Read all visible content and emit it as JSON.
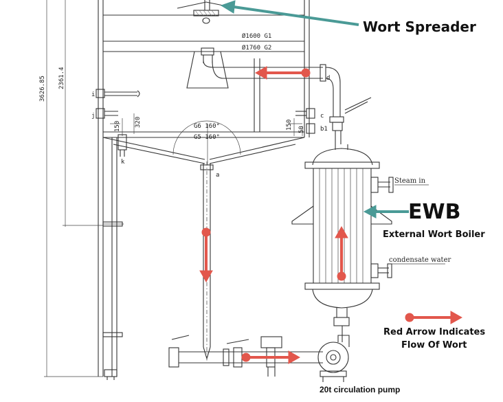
{
  "labels": {
    "wort_spreader": "Wort Spreader",
    "ewb": "EWB",
    "external_wort_boiler": "External Wort Boiler",
    "legend_line1": "Red Arrow Indicates",
    "legend_line2": "Flow Of Wort",
    "pump": "20t circulation  pump",
    "steam_in": "Steam in",
    "condensate_water": "condensate water"
  },
  "drawing_marks": {
    "dia1": "Ø1600 G1",
    "dia2": "Ø1760 G2",
    "g6": "G6 160°",
    "g5": "G5 160°",
    "dim_height_total": "3626.85",
    "dim_height_inner": "2361.4",
    "dim_320": "320",
    "dim_150_left": "150",
    "dim_150_right": "150",
    "dim_50": "50",
    "nozzle_i": "i",
    "nozzle_j": "j",
    "nozzle_k": "k",
    "nozzle_a": "a",
    "nozzle_c": "c",
    "nozzle_b1": "b1",
    "nozzle_d": "d"
  },
  "colors": {
    "flow_arrow": "#e2574c",
    "pointer_arrow": "#4a9a96",
    "line": "#333333"
  }
}
